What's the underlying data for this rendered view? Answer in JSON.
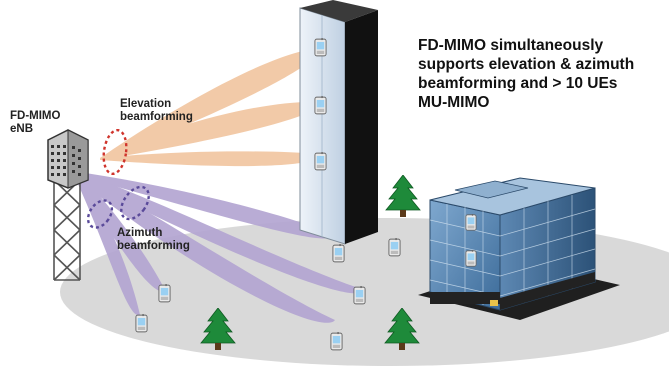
{
  "caption": {
    "line1": "FD-MIMO simultaneously",
    "line2": "supports elevation & azimuth",
    "line3": "beamforming and > 10 UEs",
    "line4": "MU-MIMO"
  },
  "enb_label": {
    "line1": "FD-MIMO",
    "line2": "eNB"
  },
  "elevation_label": {
    "line1": "Elevation",
    "line2": "beamforming"
  },
  "azimuth_label": {
    "line1": "Azimuth",
    "line2": "beamforming"
  },
  "colors": {
    "elevation_beam": "#f2c8a4",
    "azimuth_beam": "#b4a6d2",
    "ground": "#d9d9d9",
    "tree": "#1e8a3a",
    "elevation_marker": "#d0342c",
    "azimuth_marker": "#5a4a9a"
  },
  "icons": [
    "antenna-tower-icon",
    "skyscraper-icon",
    "office-building-icon",
    "tree-icon",
    "mobile-phone-icon"
  ]
}
